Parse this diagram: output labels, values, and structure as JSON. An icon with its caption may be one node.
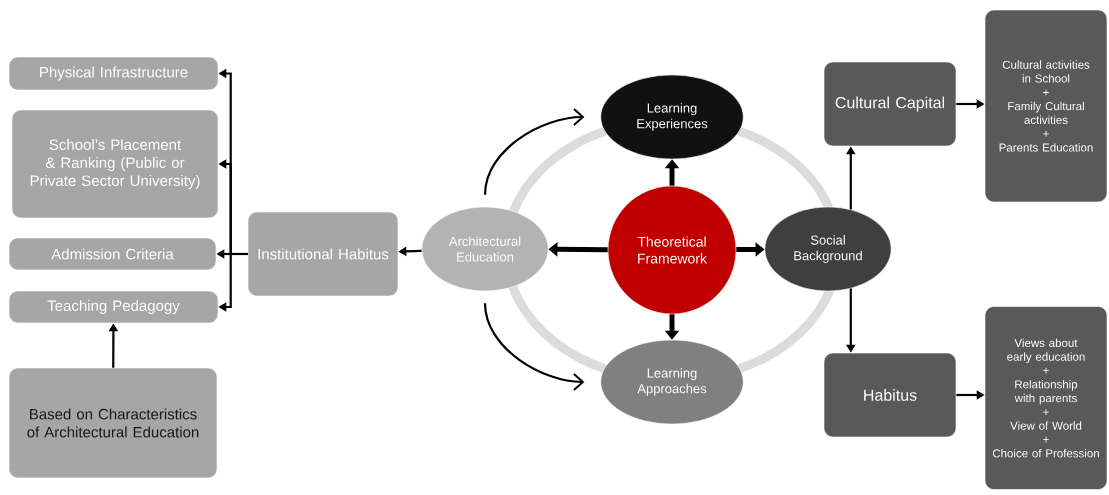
{
  "diagram": {
    "nodes": [
      {
        "text": [
          "Physical Infrastructure"
        ]
      },
      {
        "text": [
          "School’s Placement & Ranking (Public or Private Sector University)"
        ]
      },
      {
        "text": [
          "Admission Criteria"
        ]
      },
      {
        "text": [
          "Teaching Pedagogy"
        ]
      },
      {
        "text": [
          "Based on Characteristics of Architectural Education"
        ]
      },
      {
        "text": [
          "Institutional Habitus"
        ]
      },
      {
        "text": [
          "Architectural Education"
        ]
      },
      {
        "text": [
          "Learning Experiences"
        ]
      },
      {
        "text": [
          "Theoretical Framework"
        ]
      },
      {
        "text": [
          "Learning Approaches"
        ]
      },
      {
        "text": [
          "Social Background"
        ]
      },
      {
        "text": [
          "Cultural Capital"
        ]
      },
      {
        "text": [
          "Cultural activities in School",
          "+",
          "Family Cultural activities",
          "+",
          "Parents Education"
        ]
      },
      {
        "text": [
          "Habitus"
        ]
      },
      {
        "text": [
          "Views about early education",
          "+",
          "Relationship with parents",
          "+",
          "View of World",
          "+",
          "Choice of Profession"
        ]
      }
    ],
    "edges": [
      {
        "from": 5,
        "to": 0,
        "arrow": "to"
      },
      {
        "from": 5,
        "to": 1,
        "arrow": "to"
      },
      {
        "from": 5,
        "to": 2,
        "arrow": "to"
      },
      {
        "from": 5,
        "to": 3,
        "arrow": "to"
      },
      {
        "from": 4,
        "to": 3,
        "arrow": "to"
      },
      {
        "from": 6,
        "to": 5,
        "arrow": "to"
      },
      {
        "from": 8,
        "to": 6,
        "arrow": "to",
        "style": "thick"
      },
      {
        "from": 8,
        "to": 7,
        "arrow": "to",
        "style": "thick"
      },
      {
        "from": 8,
        "to": 9,
        "arrow": "to",
        "style": "thick"
      },
      {
        "from": 8,
        "to": 10,
        "arrow": "to",
        "style": "thick"
      },
      {
        "from": 6,
        "to": 7,
        "arrow": "to"
      },
      {
        "from": 6,
        "to": 9,
        "arrow": "to"
      },
      {
        "from": 10,
        "to": 11,
        "arrow": "to"
      },
      {
        "from": 10,
        "to": 13,
        "arrow": "to"
      },
      {
        "from": 11,
        "to": 12,
        "arrow": "to"
      },
      {
        "from": 13,
        "to": 14,
        "arrow": "to"
      }
    ]
  }
}
